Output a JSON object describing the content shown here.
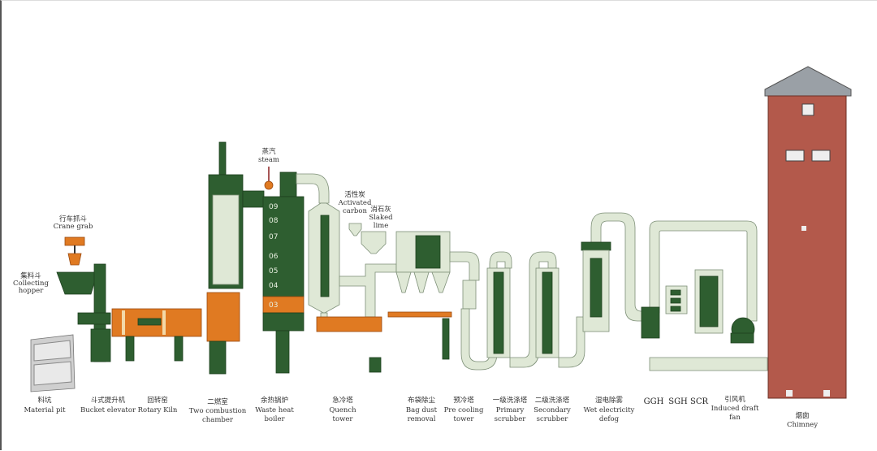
{
  "title": "Waste incineration process flow",
  "colors": {
    "dark_green": "#2e5e30",
    "light_green": "#dfe8d6",
    "orange": "#e07a22",
    "brick": "#b3594b"
  },
  "upper_labels": {
    "crane_grab": {
      "zh": "行车抓斗",
      "en": "Crane grab"
    },
    "collecting_hopper": {
      "zh": "集料斗",
      "en1": "Collecting",
      "en2": "hopper"
    },
    "steam": {
      "zh": "蒸汽",
      "en": "steam"
    },
    "activated_carbon": {
      "zh": "活性炭",
      "en1": "Activated",
      "en2": "carbon"
    },
    "slaked_lime": {
      "zh": "消石灰",
      "en1": "Slaked",
      "en2": "lime"
    }
  },
  "boiler_sections": [
    "09",
    "08",
    "07",
    "06",
    "05",
    "04",
    "03"
  ],
  "equipment": [
    {
      "zh": "料坑",
      "en1": "Material pit",
      "en2": ""
    },
    {
      "zh": "斗式提升机",
      "en1": "Bucket elevator",
      "en2": ""
    },
    {
      "zh": "回转窑",
      "en1": "Rotary Kiln",
      "en2": ""
    },
    {
      "zh": "二燃室",
      "en1": "Two combustion",
      "en2": "chamber"
    },
    {
      "zh": "余热锅炉",
      "en1": "Waste heat",
      "en2": "boiler"
    },
    {
      "zh": "急冷塔",
      "en1": "Quench",
      "en2": "tower"
    },
    {
      "zh": "布袋除尘",
      "en1": "Bag dust",
      "en2": "removal"
    },
    {
      "zh": "预冷塔",
      "en1": "Pre cooling",
      "en2": "tower"
    },
    {
      "zh": "一级洗涤塔",
      "en1": "Primary",
      "en2": "scrubber"
    },
    {
      "zh": "二级洗涤塔",
      "en1": "Secondary",
      "en2": "scrubber"
    },
    {
      "zh": "湿电除雾",
      "en1": "Wet electricity",
      "en2": "defog"
    },
    {
      "zh": "GGH",
      "en1": "",
      "en2": ""
    },
    {
      "zh": "SGH",
      "en1": "",
      "en2": ""
    },
    {
      "zh": "SCR",
      "en1": "",
      "en2": ""
    },
    {
      "zh": "引风机",
      "en1": "Induced draft",
      "en2": "fan"
    },
    {
      "zh": "烟囱",
      "en1": "Chimney",
      "en2": ""
    }
  ]
}
